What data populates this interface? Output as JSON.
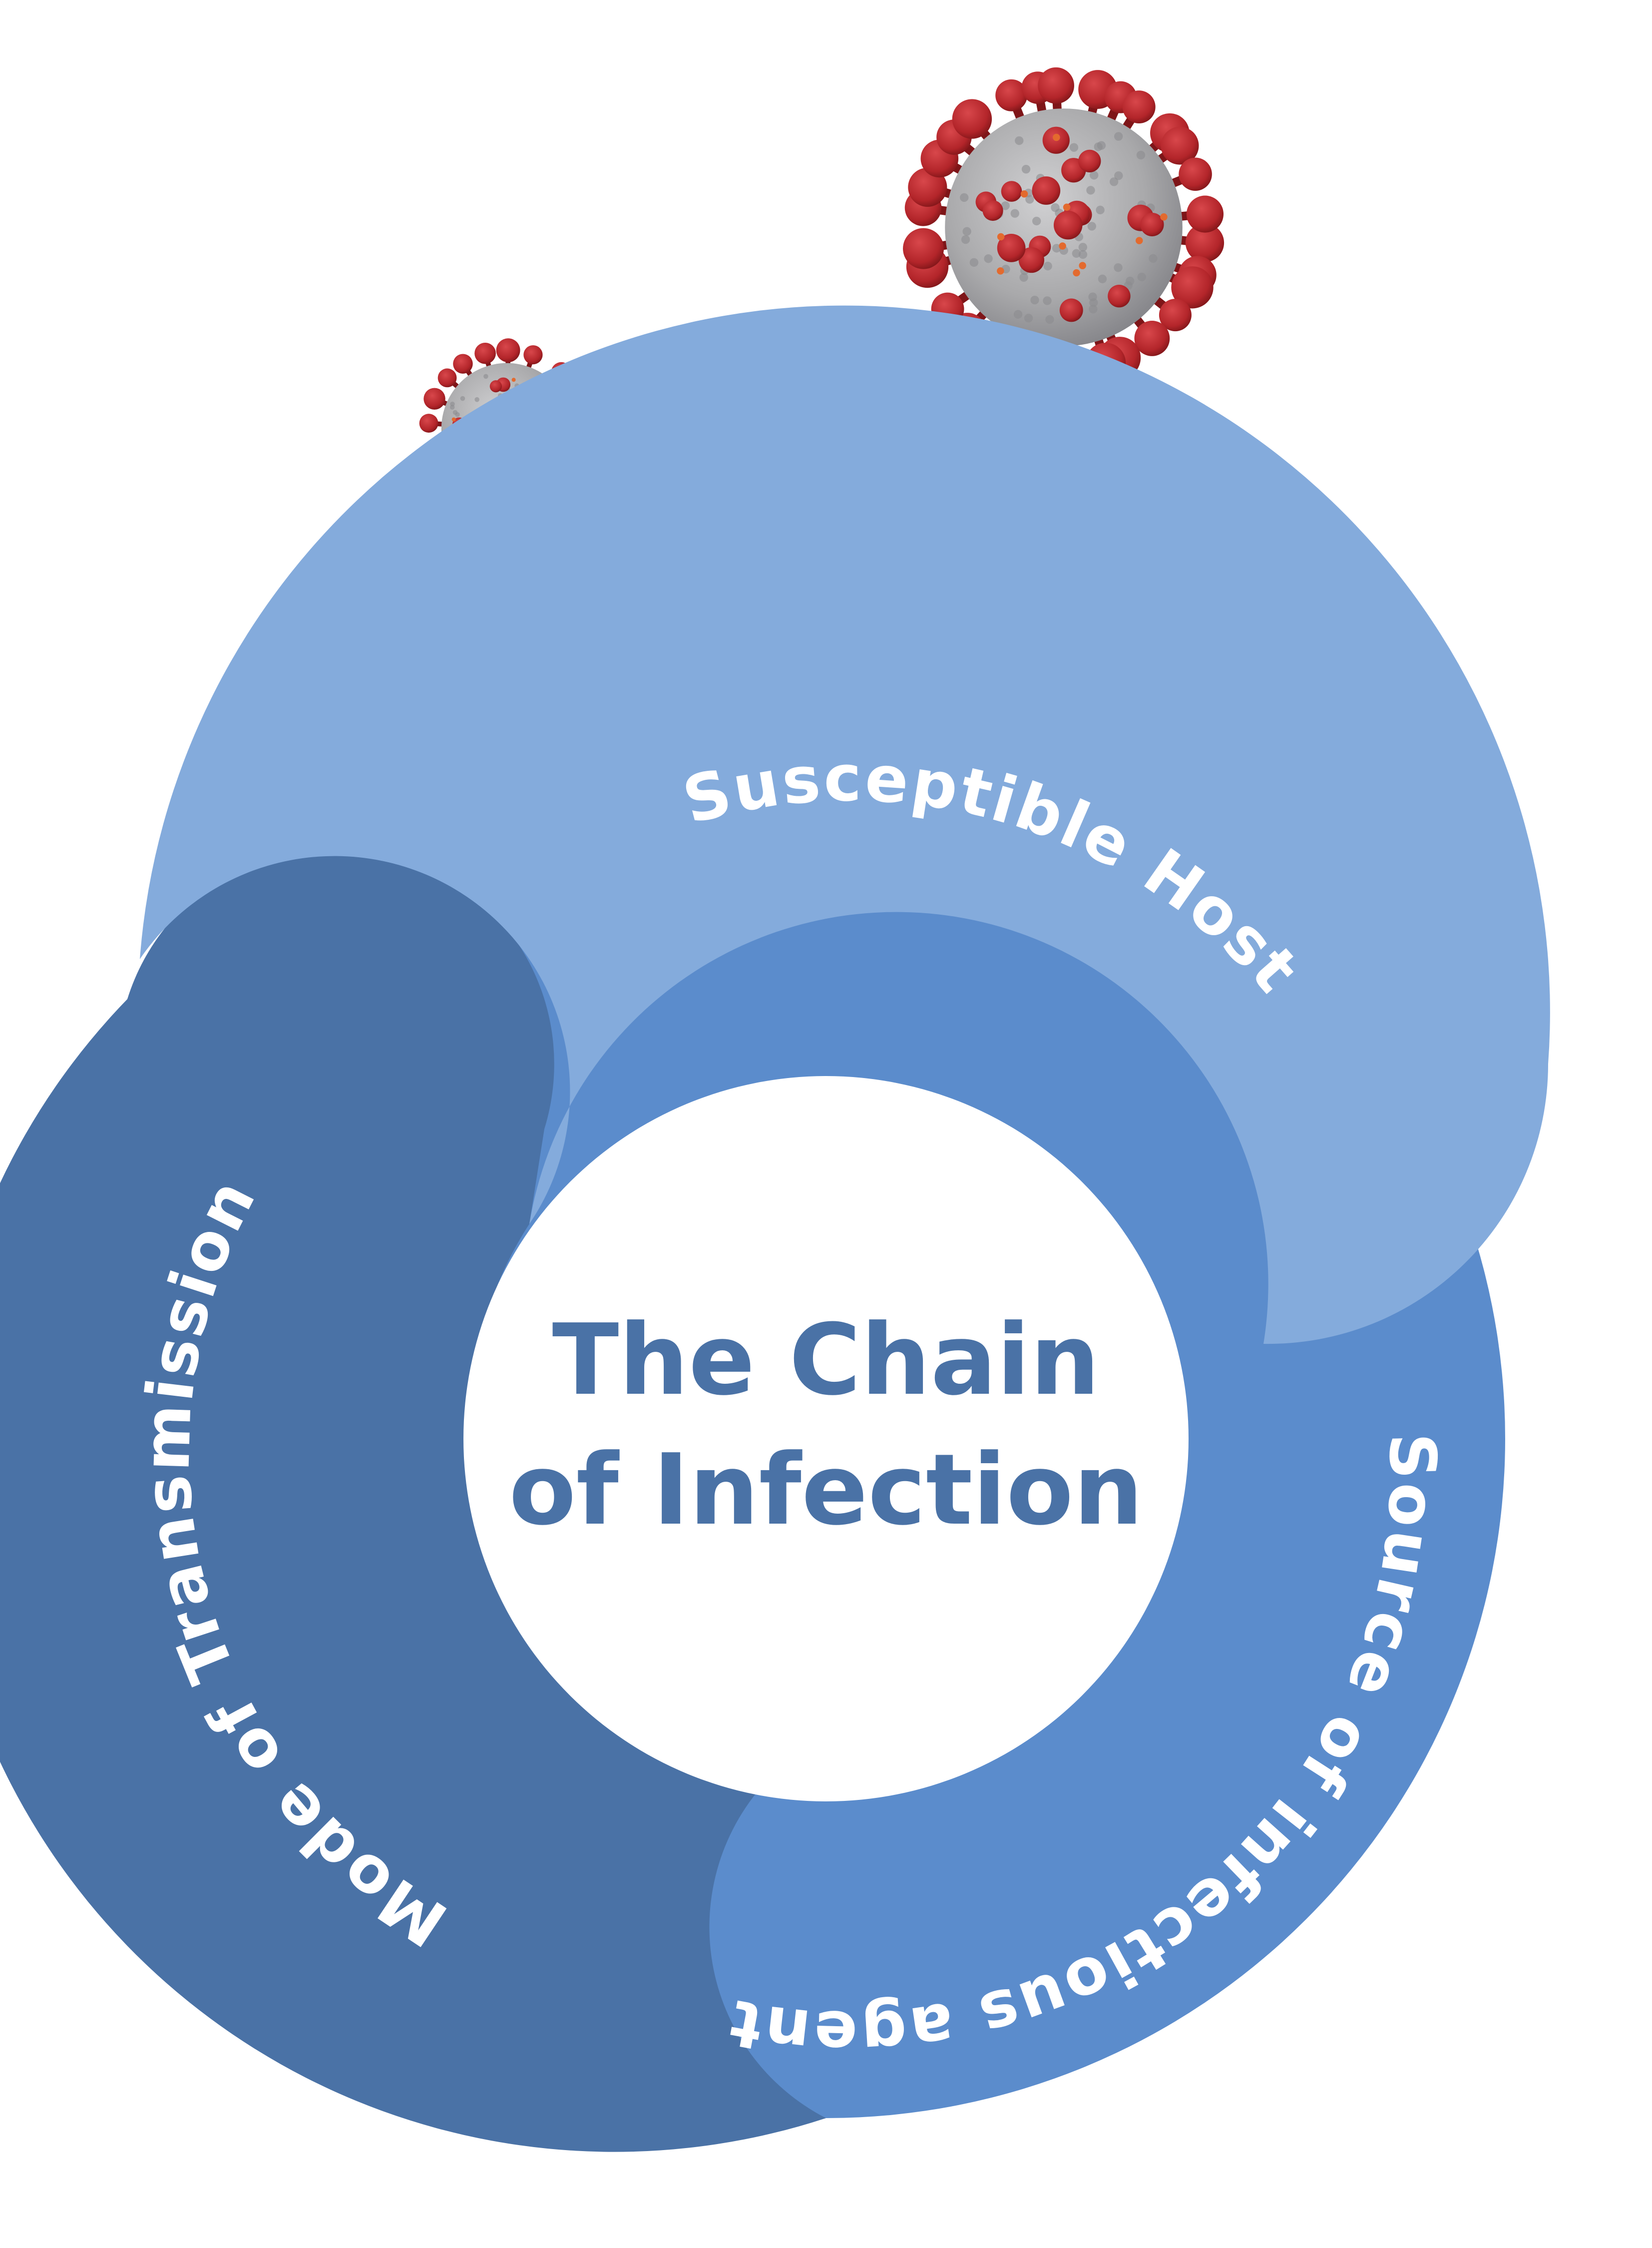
{
  "diagram": {
    "center_title": {
      "line1": "The Chain",
      "line2": "of Infection"
    },
    "segments": [
      {
        "id": "susceptible-host",
        "label": "Susceptible Host",
        "color": "#84abdc"
      },
      {
        "id": "source",
        "label": "Source of infectious agent",
        "color": "#5b8ccc"
      },
      {
        "id": "mode",
        "label": "Mode of Transmission",
        "color": "#4a72a6"
      }
    ],
    "center_fill": "#ffffff",
    "virus_colors": {
      "body": "#a9a9ab",
      "body_dark": "#8c8c90",
      "spike": "#b3252a",
      "spike_dark": "#7e1518",
      "dot": "#e36a2e"
    }
  }
}
